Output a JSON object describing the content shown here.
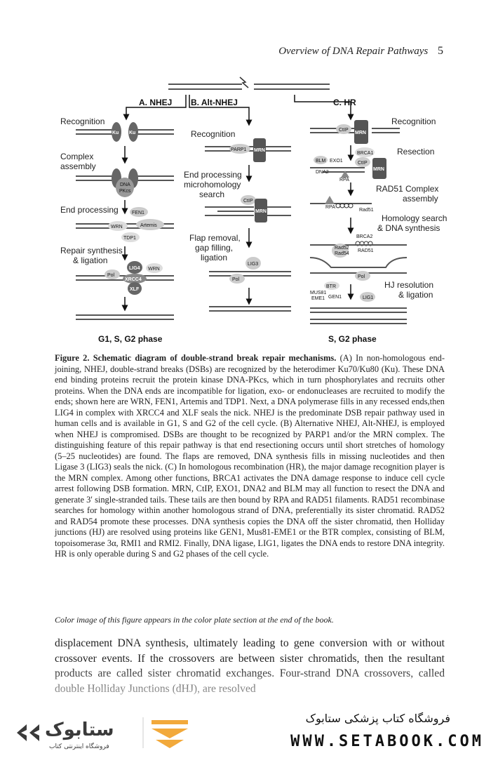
{
  "header": {
    "title": "Overview of DNA Repair Pathways",
    "page": "5"
  },
  "figure": {
    "col_a": "A. NHEJ",
    "col_b": "B. Alt-NHEJ",
    "col_c": "C. HR",
    "a_steps": [
      "Recognition",
      "Complex",
      "assembly",
      "End processing",
      "Repair synthesis",
      "& ligation"
    ],
    "b_steps": [
      "Recognition",
      "End processing",
      "microhomology",
      "search",
      "Flap removal,",
      "gap filling,",
      "ligation"
    ],
    "c_steps": [
      "Recognition",
      "Resection",
      "RAD51 Complex",
      "assembly",
      "Homology search",
      "& DNA synthesis",
      "HJ resolution",
      "& ligation"
    ],
    "proteins": {
      "ku": "Ku",
      "dna": "DNA",
      "pkcs": "PKcs",
      "fen1": "FEN1",
      "wrn": "WRN",
      "artemis": "Artemis",
      "tdp1": "TDP1",
      "lig4": "LIG4",
      "xrcc4": "XRCC4",
      "xlf": "XLF",
      "pol": "Pol",
      "parp1": "PARP1",
      "mrn": "MRN",
      "ctip": "CtIP",
      "lig3": "LIG3",
      "brca1": "BRCA1",
      "blm": "BLM",
      "exo1": "EXO1",
      "dna2": "DNA2",
      "rpa": "RPA",
      "rad51": "Rad51",
      "brca2": "BRCA2",
      "rad52": "Rad52",
      "rad54": "Rad54",
      "rad51u": "RAD51",
      "btr": "BTR",
      "mus81": "MUS81",
      "eme1": "EME1",
      "gen1": "GEN1",
      "lig1": "LIG1"
    },
    "phase_left": "G1, S, G2 phase",
    "phase_right": "S, G2 phase"
  },
  "caption": {
    "label": "Figure 2.",
    "title": "Schematic diagram of double-strand break repair mechanisms.",
    "text": "(A) In non-homologous end-joining, NHEJ, double-strand breaks (DSBs) are recognized by the heterodimer Ku70/Ku80 (Ku). These DNA end binding proteins recruit the protein kinase DNA-PKcs, which in turn phosphorylates and recruits other proteins. When the DNA ends are incompatible for ligation, exo- or endonucleases are recruited to modify the ends; shown here are WRN, FEN1, Artemis and TDP1. Next, a DNA polymerase fills in any recessed ends,then LIG4 in complex with XRCC4 and XLF seals the nick. NHEJ is the predominate DSB repair pathway used in human cells and is available in G1, S and G2 of the cell cycle. (B) Alternative NHEJ, Alt-NHEJ, is employed when NHEJ is compromised. DSBs are thought to be recognized by PARP1 and/or the MRN complex. The distinguishing feature of this repair pathway is that end resectioning occurs until short stretches of homology (5–25 nucleotides) are found. The flaps are removed, DNA synthesis fills in missing nucleotides and then Ligase 3 (LIG3) seals the nick. (C) In homologous recombination (HR), the major damage recognition player is the MRN complex. Among other functions, BRCA1 activates the DNA damage response to induce cell cycle arrest following DSB formation. MRN, CtIP, EXO1, DNA2 and BLM may all function to resect the DNA and generate 3′ single-stranded tails. These tails are then bound by RPA and RAD51 filaments. RAD51 recombinase searches for homology within another homologous strand of DNA, preferentially its sister chromatid. RAD52 and RAD54 promote these processes. DNA synthesis copies the DNA off the sister chromatid, then Holliday junctions (HJ) are resolved using proteins like GEN1, Mus81-EME1 or the BTR complex, consisting of BLM, topoisomerase 3α, RMI1 and RMI2. Finally, DNA ligase, LIG1, ligates the DNA ends to restore DNA integrity. HR is only operable during S and G2 phases of the cell cycle."
  },
  "color_note": "Color image of this figure appears in the color plate section at the end of the book.",
  "body_text": "displacement DNA synthesis, ultimately leading to gene conversion with or without crossover events. If the crossovers are between sister chromatids, then the resultant products are called sister chromatid exchanges. Four-strand DNA crossovers, called double Holliday Junctions (dHJ), are resolved",
  "banner": {
    "store_fa": "فروشگاه کتاب پزشکی ستابوک",
    "url": "WWW.SETABOOK.COM",
    "logo_fa": "فروشگاه اینترنتی کتاب",
    "accent": "#f2a93b",
    "brand": "#3a3a3a"
  }
}
